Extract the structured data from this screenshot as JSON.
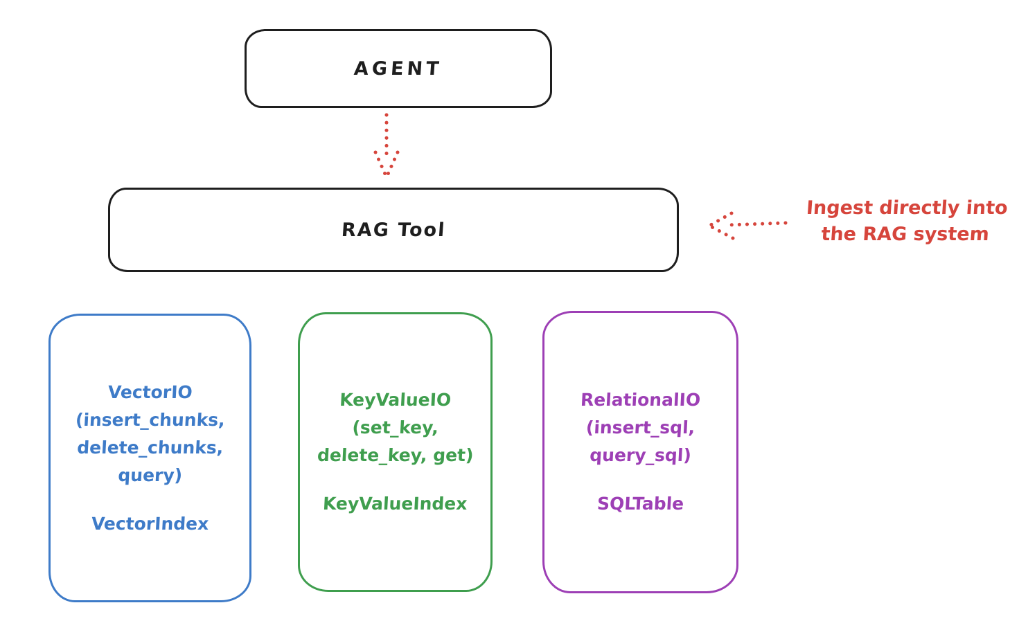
{
  "canvas": {
    "background": "#ffffff"
  },
  "colors": {
    "ink": "#1e1e1e",
    "red": "#d6453c",
    "blue": "#3e7bc8",
    "green": "#3f9e4e",
    "purple": "#9d3fb5"
  },
  "agent": {
    "label": "AGENT"
  },
  "rag_tool": {
    "label": "RAG Tool"
  },
  "annotation": {
    "line1": "Ingest directly into",
    "line2": "the RAG system"
  },
  "arrows": {
    "agent_to_rag": "dotted-red-arrow-down",
    "ingest_to_rag": "dotted-red-arrow-left"
  },
  "stores": {
    "vector": {
      "color": "#3e7bc8",
      "lines": [
        "VectorIO",
        "(insert_chunks,",
        "delete_chunks,",
        "query)"
      ],
      "index": "VectorIndex"
    },
    "keyvalue": {
      "color": "#3f9e4e",
      "lines": [
        "KeyValueIO",
        "(set_key,",
        "delete_key, get)"
      ],
      "index": "KeyValueIndex"
    },
    "relational": {
      "color": "#9d3fb5",
      "lines": [
        "RelationalIO",
        "(insert_sql,",
        "query_sql)"
      ],
      "index": "SQLTable"
    }
  }
}
